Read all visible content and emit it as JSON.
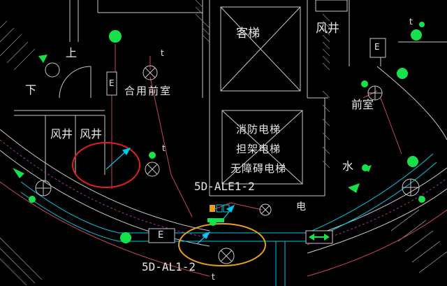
{
  "colors": {
    "background": "#000000",
    "wall": "#c8c8c8",
    "hatch": "#8a8a8a",
    "circuit": "#c8465a",
    "cyan": "#00c8e6",
    "green": "#18e04a",
    "highlight_red": "#e02020",
    "highlight_orange": "#e6a020",
    "magenta": "#c040c0",
    "text": "#e6e6e6"
  },
  "labels": {
    "passenger_elevator": "客梯",
    "shaft_top_right": "风井",
    "up_arrow": "上",
    "down_arrow": "下",
    "shared_lobby": "合用前室",
    "lobby_right": "前室",
    "shaft_left_1": "风井",
    "shaft_left_2": "风井",
    "fire_elevator_line1": "消防电梯",
    "fire_elevator_line2": "担架电梯",
    "fire_elevator_line3": "无障碍电梯",
    "panel_e_1": "E",
    "panel_e_2": "E",
    "panel_e_3": "E",
    "circuit_ale": "5D-ALE1-2",
    "circuit_al": "5D-AL1-2",
    "water_symbol": "水",
    "electric_symbol": "电",
    "lamp_t_1": "t",
    "lamp_t_2": "t",
    "lamp_t_3": "t",
    "lamp_t_4": "t"
  },
  "icons": [
    "evacuation-arrow-icon",
    "light-fixture-icon",
    "smoke-detector-icon",
    "emergency-light-icon",
    "distribution-panel-icon",
    "double-arrow-exit-icon"
  ]
}
